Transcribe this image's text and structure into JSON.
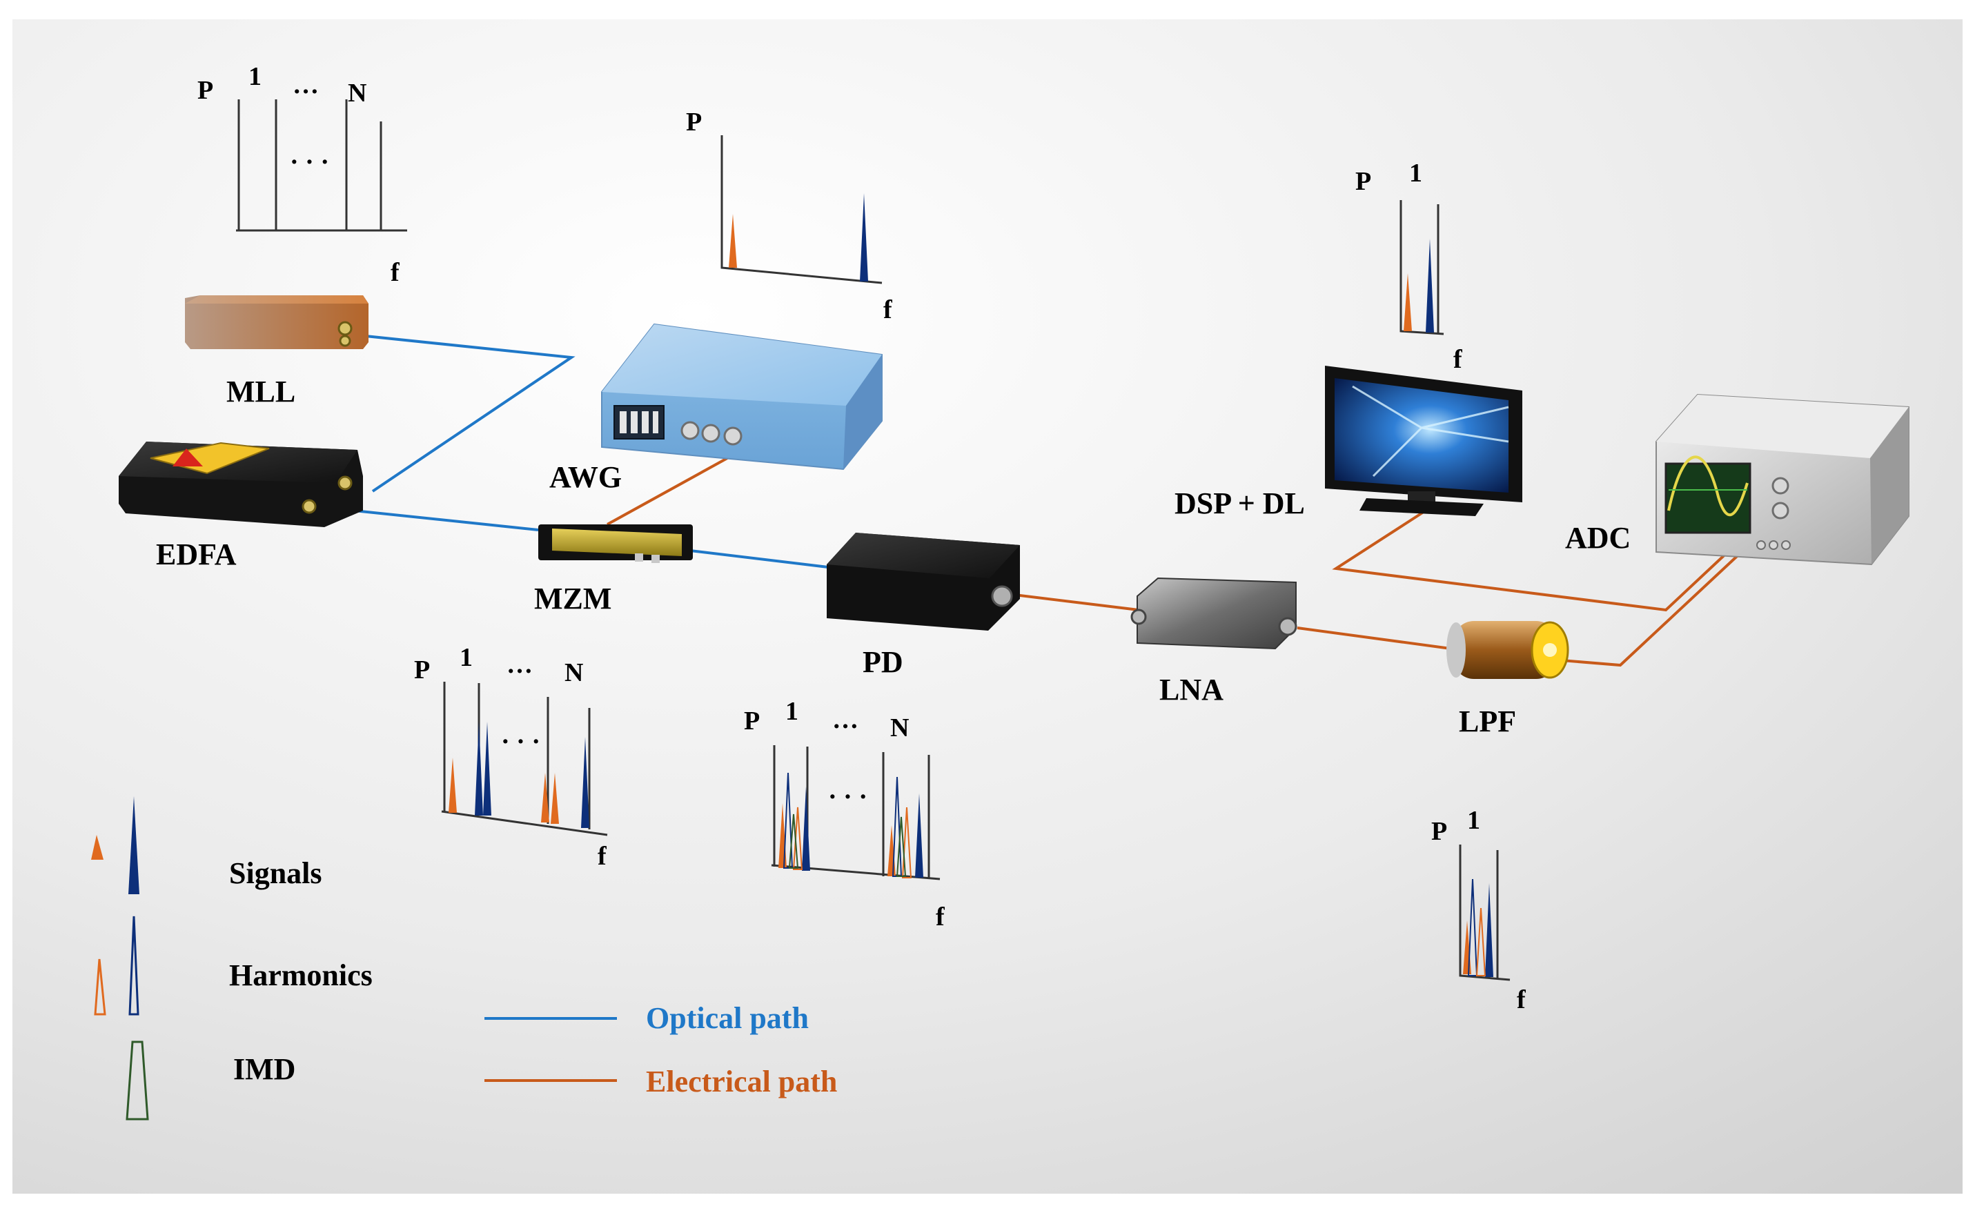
{
  "colors": {
    "optical": "#1f78c8",
    "electrical": "#c85a1a",
    "signal_orange": "#e06a1f",
    "signal_blue": "#0d2f7a",
    "imd_green": "#2f5a2a",
    "background_light": "#ffffff",
    "background_dark": "#d3d3d3"
  },
  "devices": {
    "mll": "MLL",
    "edfa": "EDFA",
    "awg": "AWG",
    "mzm": "MZM",
    "pd": "PD",
    "lna": "LNA",
    "lpf": "LPF",
    "dsp": "DSP + DL",
    "adc": "ADC"
  },
  "spectra": {
    "mll": {
      "p": "P",
      "one": "1",
      "dots": "…",
      "n": "N",
      "mid_dots": "· · ·",
      "f": "f"
    },
    "awg": {
      "p": "P",
      "f": "f"
    },
    "mzm": {
      "p": "P",
      "one": "1",
      "dots": "…",
      "n": "N",
      "mid_dots": "· · ·",
      "f": "f"
    },
    "pd": {
      "p": "P",
      "one": "1",
      "dots": "…",
      "n": "N",
      "mid_dots": "· · ·",
      "f": "f"
    },
    "dsp": {
      "p": "P",
      "one": "1",
      "f": "f"
    },
    "lpf": {
      "p": "P",
      "one": "1",
      "f": "f"
    }
  },
  "legend": {
    "signals": "Signals",
    "harmonics": "Harmonics",
    "imd": "IMD",
    "optical_path": "Optical path",
    "electrical_path": "Electrical path"
  }
}
